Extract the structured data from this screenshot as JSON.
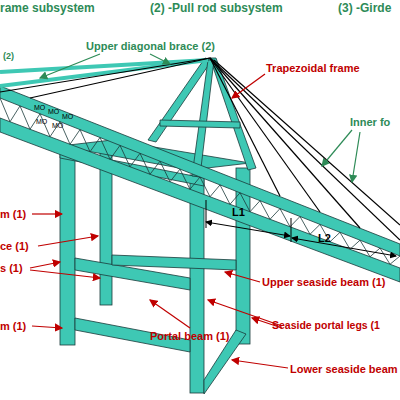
{
  "diagram": {
    "labels": [
      "rame subsystem",
      "(2) -Pull rod subsystem",
      "(3) -Girde",
      "(2)",
      "Upper diagonal brace (2)",
      "Trapezoidal frame",
      "Inner fo",
      "MO",
      "MO",
      "MO",
      "MO",
      "MO",
      "m (1)",
      "ce (1)",
      "s (1)",
      "m (1)",
      "L1",
      "L2",
      "Upper seaside beam (1)",
      "Seaside portal legs (1",
      "Portal beam (1)",
      "Lower seaside beam"
    ]
  }
}
